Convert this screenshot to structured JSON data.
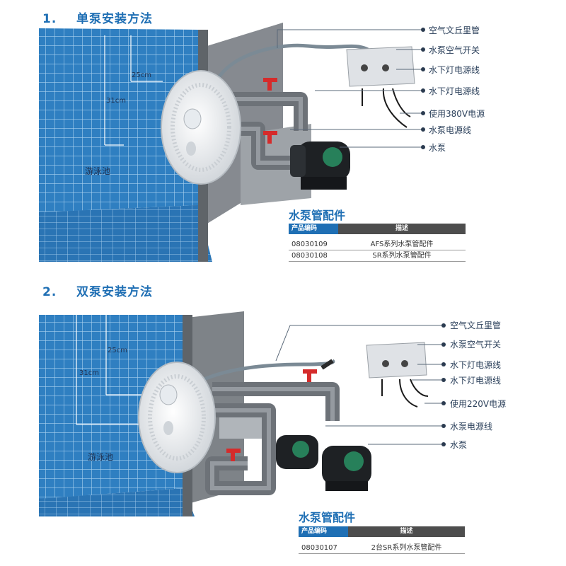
{
  "section1": {
    "number": "1.",
    "title": "单泵安装方法",
    "pool_label": "游泳池",
    "dim_top": "25cm",
    "dim_side": "31cm",
    "callouts": [
      "空气文丘里管",
      "水泵空气开关",
      "水下灯电源线",
      "水下灯电源线",
      "使用380V电源",
      "水泵电源线",
      "水泵"
    ],
    "parts_title": "水泵管配件",
    "table_headers": [
      "产品编码",
      "描述"
    ],
    "table_rows": [
      [
        "08030109",
        "AFS系列水泵管配件"
      ],
      [
        "08030108",
        "SR系列水泵管配件"
      ]
    ]
  },
  "section2": {
    "number": "2.",
    "title": "双泵安装方法",
    "pool_label": "游泳池",
    "dim_top": "25cm",
    "dim_side": "31cm",
    "callouts": [
      "空气文丘里管",
      "水泵空气开关",
      "水下灯电源线",
      "水下灯电源线",
      "使用220V电源",
      "水泵电源线",
      "水泵"
    ],
    "parts_title": "水泵管配件",
    "table_headers": [
      "产品编码",
      "描述"
    ],
    "table_rows": [
      [
        "08030107",
        "2台SR系列水泵管配件"
      ]
    ]
  }
}
